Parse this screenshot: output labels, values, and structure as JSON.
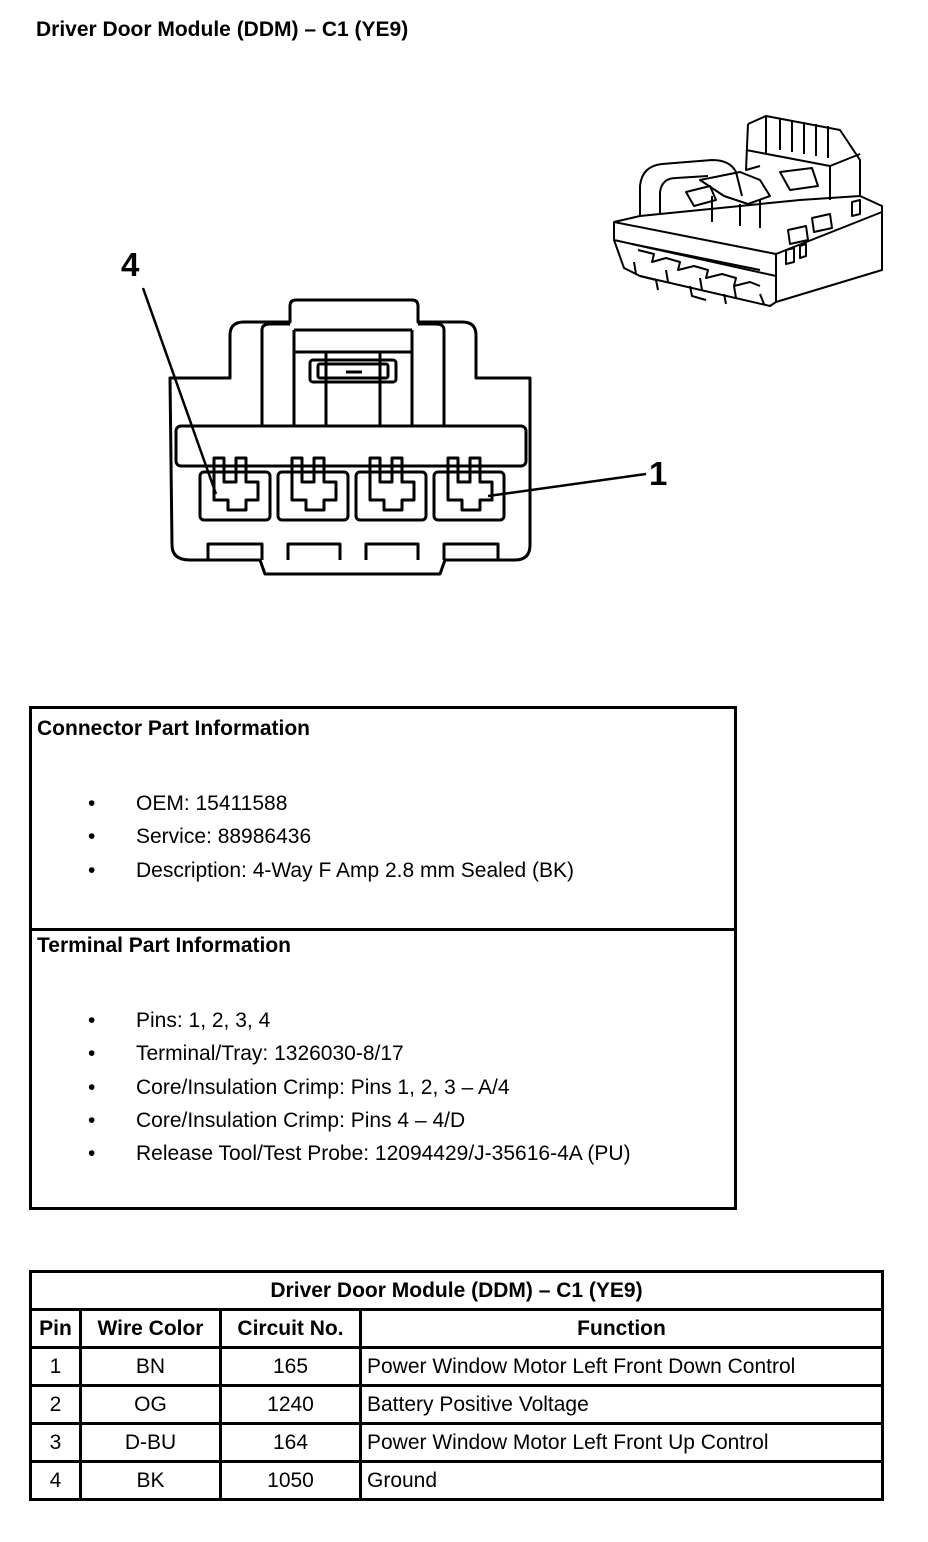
{
  "title": "Driver Door Module (DDM) – C1 (YE9)",
  "diagram": {
    "pin_callouts": [
      "4",
      "1"
    ]
  },
  "connector_info": {
    "heading": "Connector Part Information",
    "items": [
      "OEM: 15411588",
      "Service: 88986436",
      "Description: 4-Way F Amp 2.8 mm Sealed (BK)"
    ]
  },
  "terminal_info": {
    "heading": "Terminal Part Information",
    "items": [
      "Pins: 1, 2, 3, 4",
      "Terminal/Tray: 1326030-8/17",
      "Core/Insulation Crimp: Pins 1, 2, 3 – A/4",
      "Core/Insulation Crimp: Pins 4 – 4/D",
      "Release Tool/Test Probe: 12094429/J-35616-4A (PU)"
    ]
  },
  "bullet_char": "•",
  "pin_table": {
    "caption": "Driver Door Module (DDM) – C1 (YE9)",
    "headers": [
      "Pin",
      "Wire Color",
      "Circuit No.",
      "Function"
    ],
    "rows": [
      [
        "1",
        "BN",
        "165",
        "Power Window Motor Left Front Down Control"
      ],
      [
        "2",
        "OG",
        "1240",
        "Battery Positive Voltage"
      ],
      [
        "3",
        "D-BU",
        "164",
        "Power Window Motor Left Front Up Control"
      ],
      [
        "4",
        "BK",
        "1050",
        "Ground"
      ]
    ]
  }
}
